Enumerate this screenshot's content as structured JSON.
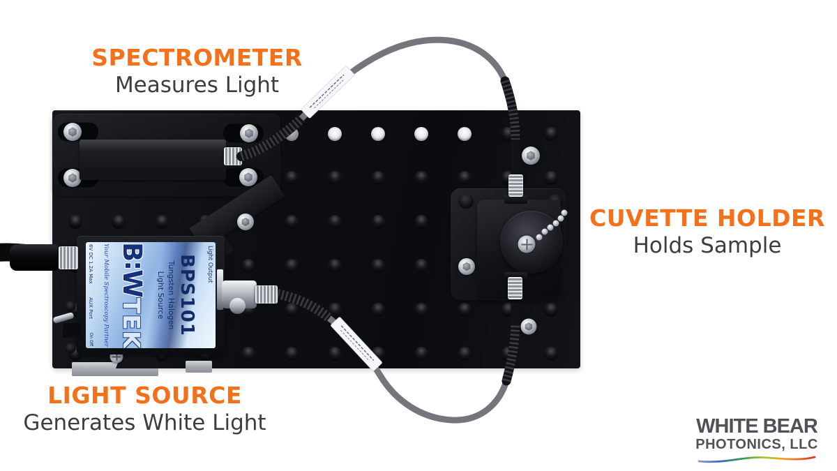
{
  "annotations": {
    "spectrometer": {
      "title": "SPECTROMETER",
      "subtitle": "Measures Light"
    },
    "cuvette_holder": {
      "title": "CUVETTE HOLDER",
      "subtitle": "Holds Sample"
    },
    "light_source": {
      "title": "LIGHT SOURCE",
      "subtitle": "Generates White Light"
    }
  },
  "logo": {
    "name": "WHITE BEAR",
    "suffix": "PHOTONICS, LLC"
  },
  "light_source_device": {
    "brand_b": "B",
    "brand_sep": "∶",
    "brand_w": "W",
    "brand_tek": "TEK",
    "model": "BPS101",
    "type_line1": "Tungsten Halogen",
    "type_line2": "Light Source",
    "port_label": "Light Output",
    "power_rating": "6V DC 1.2A Max",
    "aux_port_label": "AUX Port",
    "switch_on": "On",
    "switch_off": "Off",
    "tagline": "Your Mobile Spectroscopy Partner"
  },
  "colors": {
    "accent_orange": "#F4711C",
    "annotation_gray": "#3D3D3E",
    "logo_gray": "#505156",
    "brand_navy": "#16317D",
    "rainbow": [
      "#8A97C8",
      "#3F62C8",
      "#2F9E4A",
      "#A8C52F",
      "#F0A321",
      "#E03326"
    ]
  }
}
